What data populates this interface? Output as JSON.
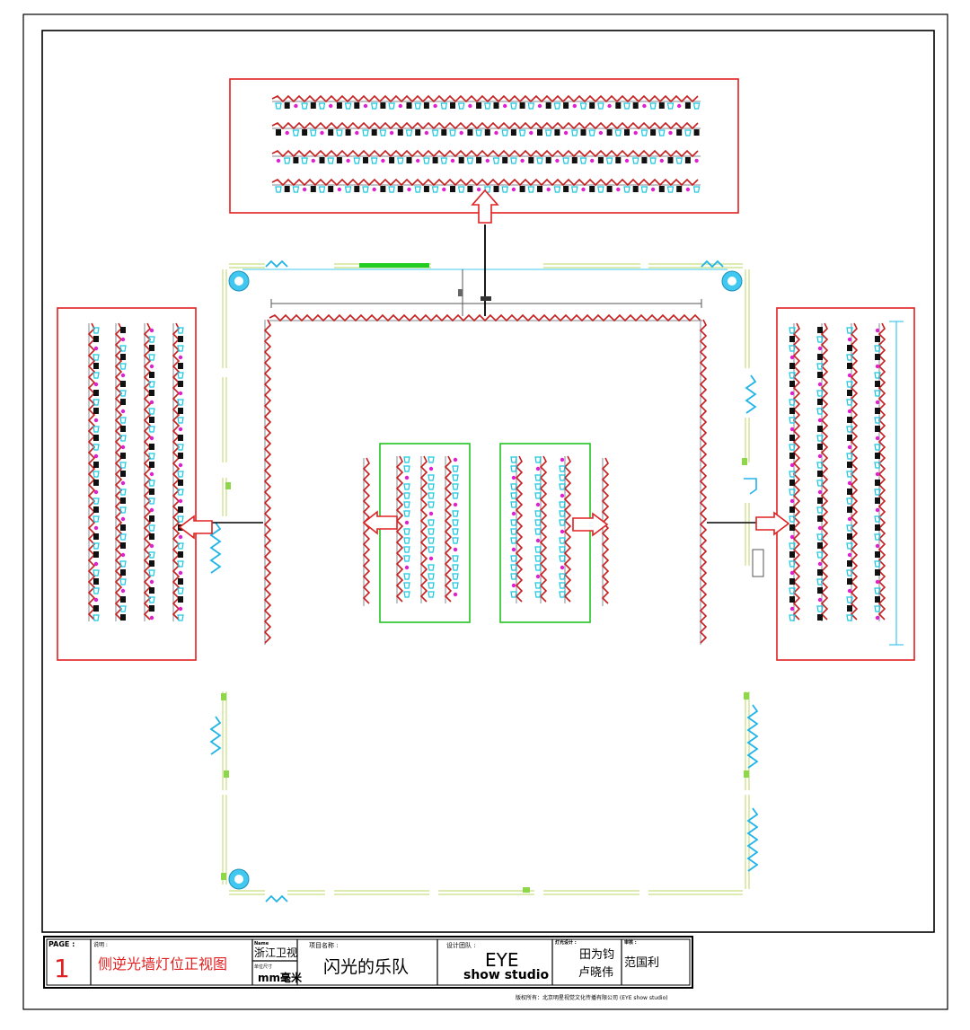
{
  "title_block": {
    "page_label": "PAGE :",
    "page_number": "1",
    "description_label": "说明 :",
    "description": "侧逆光墙灯位正视图",
    "client_label": "Name",
    "client": "浙江卫视",
    "unit_label": "单位尺寸",
    "unit": "mm毫米",
    "project_label": "项目名称 :",
    "project": "闪光的乐队",
    "team_label": "设计团队 :",
    "team_logo_line1": "EYE",
    "team_logo_line2": "show studio",
    "designer_label": "灯光设计 :",
    "designer_1": "田为钧",
    "designer_2": "卢晓伟",
    "reviewer_label": "审核 :",
    "reviewer": "范国利",
    "copyright": "版权所有：北京明星视觉文化传播有限公司 (EYE show studio)"
  },
  "colors": {
    "frame": "#000000",
    "callout_box": "#e02020",
    "inner_box": "#22c422",
    "truss": "#c81e1e",
    "truss_rail": "#9aa0a6",
    "fixture_cyan": "#18c8e0",
    "fixture_magenta": "#e020d0",
    "fixture_black": "#111111",
    "wall_edge": "#c8e080",
    "wave": "#20b4e8",
    "arrow": "#e02020",
    "green_strip": "#22cc22",
    "blue_line": "#40c8f0"
  },
  "icons": [
    "arrow-up-icon",
    "arrow-left-icon",
    "arrow-right-icon",
    "spotlight-icon",
    "wave-light-icon"
  ]
}
